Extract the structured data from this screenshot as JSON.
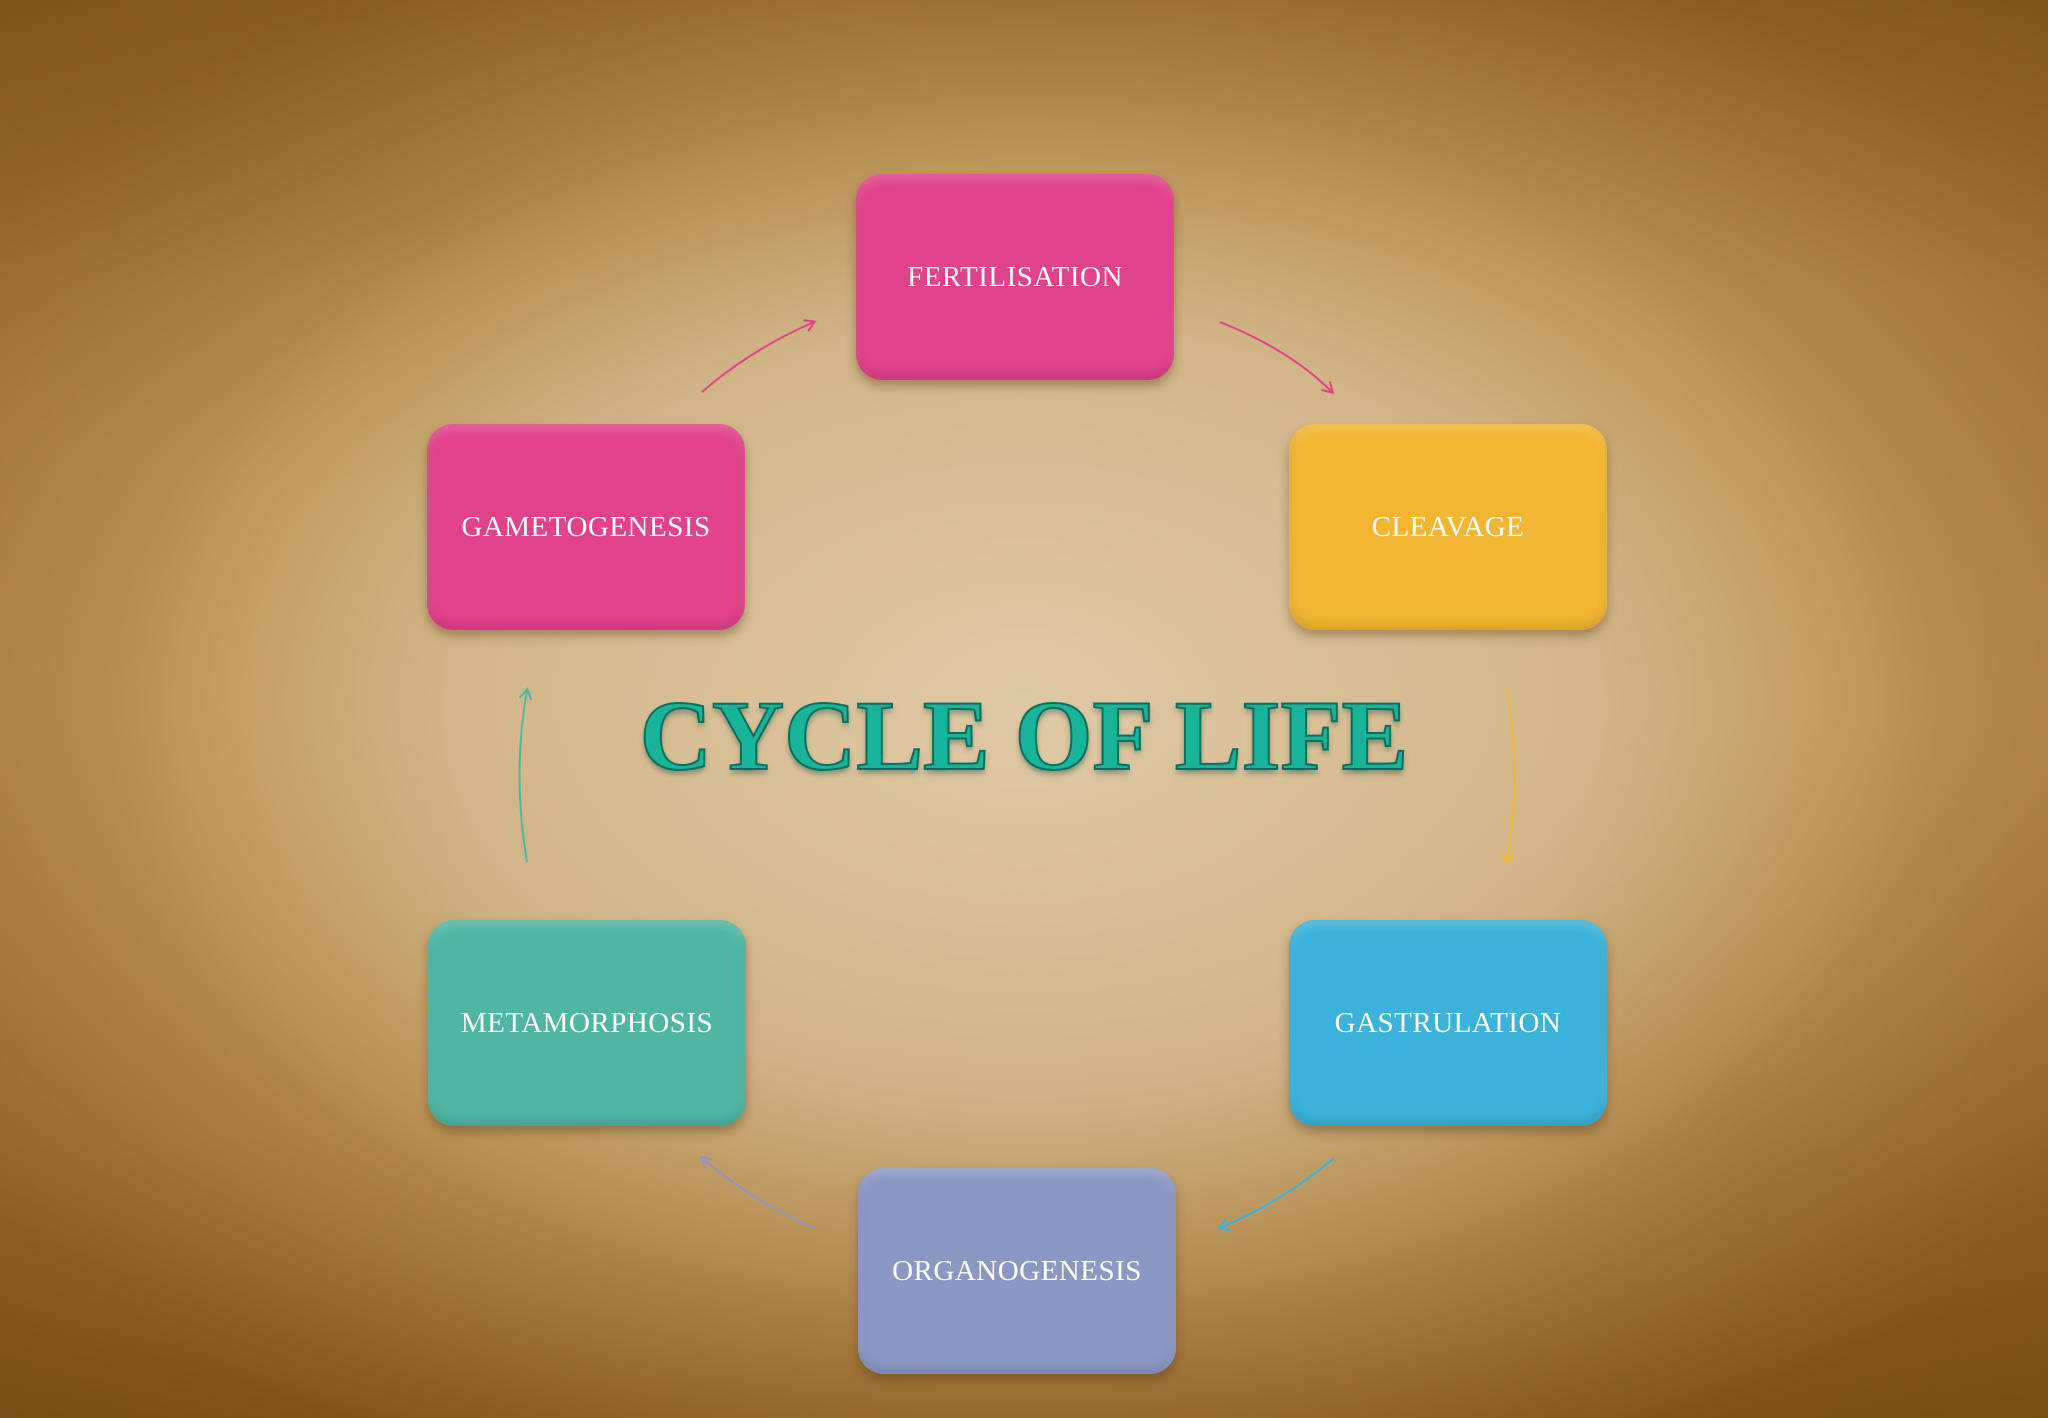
{
  "title": "CYCLE OF LIFE",
  "stages": [
    {
      "label": "FERTILISATION",
      "color": "#e2428a"
    },
    {
      "label": "CLEAVAGE",
      "color": "#f2b632"
    },
    {
      "label": "GASTRULATION",
      "color": "#3cb2da"
    },
    {
      "label": "ORGANOGENESIS",
      "color": "#8c98c4"
    },
    {
      "label": "METAMORPHOSIS",
      "color": "#4fb7a1"
    },
    {
      "label": "GAMETOGENESIS",
      "color": "#e2428a"
    }
  ],
  "title_color": "#17b49a",
  "arrow_colors": [
    "#e2428a",
    "#f2b632",
    "#3cb2da",
    "#8c98c4",
    "#4fb7a1",
    "#e2428a"
  ]
}
